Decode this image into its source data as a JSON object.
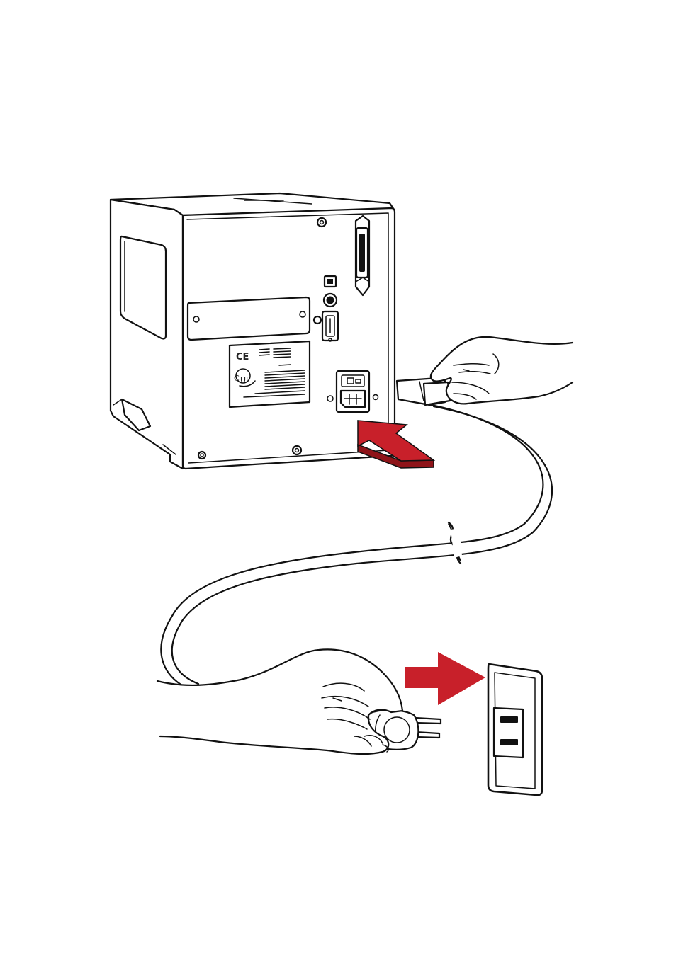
{
  "figure": {
    "label_marks": [
      "CE",
      "C",
      "UL"
    ],
    "colors": {
      "line": "#111111",
      "background": "#ffffff",
      "arrow_fill": "#c8202a",
      "arrow_shadow": "#8e1419"
    },
    "arrows": [
      "arrow-to-printer-socket",
      "arrow-to-wall-outlet"
    ]
  }
}
